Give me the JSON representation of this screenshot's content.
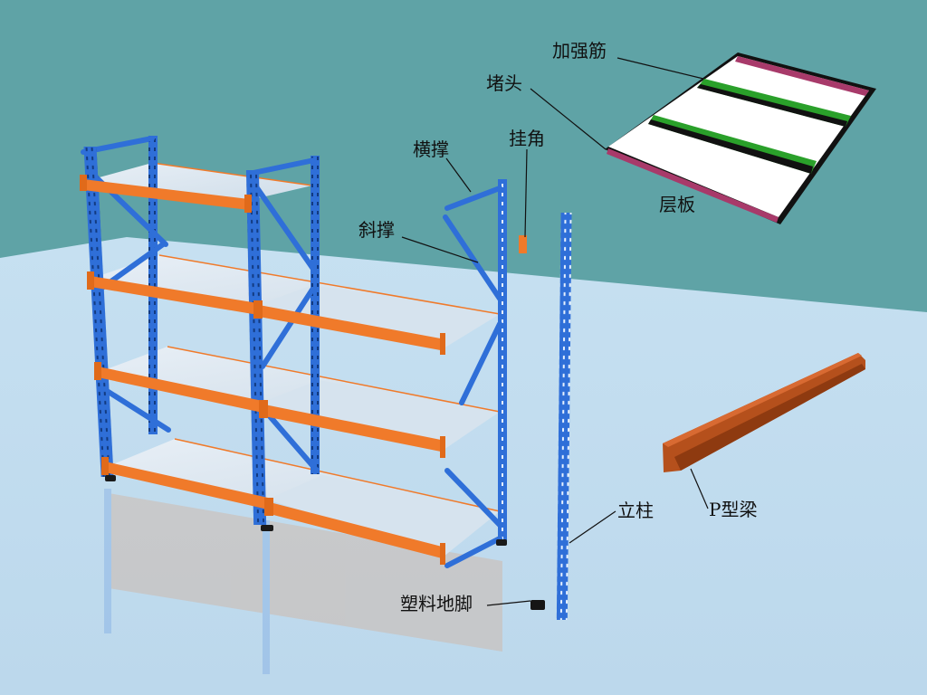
{
  "diagram": {
    "subject": "Medium-duty storage shelving rack – exploded parts view",
    "colors": {
      "wall": "#5fa3a6",
      "floor": "#c4dff0",
      "upright": "#2f6fd8",
      "beam": "#f07a2a",
      "shelf_panel": "#dfe9f2",
      "p_beam": "#b5501c",
      "stiffener": "#2aa02a",
      "end_cap": "#a83a6a",
      "foot": "#1a1a1a"
    },
    "labels": {
      "stiffener": "加强筋",
      "end_cap": "堵头",
      "corner_hanger": "挂角",
      "horizontal_brace": "横撑",
      "diagonal_brace": "斜撑",
      "shelf_panel": "层板",
      "upright": "立柱",
      "p_beam": "P型梁",
      "plastic_foot": "塑料地脚"
    }
  }
}
